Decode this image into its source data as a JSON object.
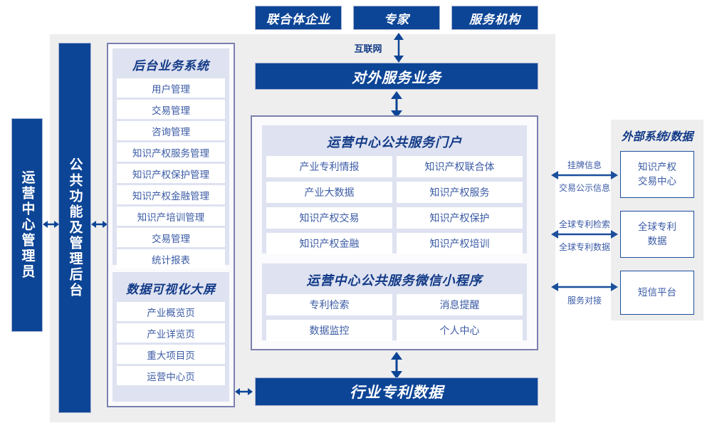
{
  "top_actors": [
    {
      "label": "联合体企业"
    },
    {
      "label": "专家"
    },
    {
      "label": "服务机构"
    }
  ],
  "connectors": {
    "internet": "互联网",
    "external": [
      {
        "above": "挂牌信息",
        "below": "交易公示信息"
      },
      {
        "above": "全球专利检索",
        "below": "全球专利数据"
      },
      {
        "above": "",
        "below": "服务对接"
      }
    ]
  },
  "external_service_bar": "对外服务业务",
  "left_bars": {
    "admin": "运营中心管理员",
    "common": "公共功能及管理后台"
  },
  "backend_system": {
    "title": "后台业务系统",
    "items": [
      "用户管理",
      "交易管理",
      "咨询管理",
      "知识产权服务管理",
      "知识产权保护管理",
      "知识产权金融管理",
      "知识产培训管理",
      "交易管理",
      "统计报表"
    ]
  },
  "data_visual": {
    "title": "数据可视化大屏",
    "items": [
      "产业概览页",
      "产业详览页",
      "重大项目页",
      "运营中心页"
    ]
  },
  "portal": {
    "title": "运营中心公共服务门户",
    "items": [
      "产业专利情报",
      "知识产权联合体",
      "产业大数据",
      "知识产权服务",
      "知识产权交易",
      "知识产权保护",
      "知识产权金融",
      "知识产权培训"
    ]
  },
  "applet": {
    "title": "运营中心公共服务微信小程序",
    "items": [
      "专利检索",
      "消息提醒",
      "数据监控",
      "个人中心"
    ]
  },
  "bottom_bar": "行业专利数据",
  "external_systems": {
    "title": "外部系统/数据",
    "items": [
      "知识产权\n交易中心",
      "全球专利\n数据",
      "短信平台"
    ]
  },
  "colors": {
    "brand_blue": "#0d4596",
    "panel_lavender": "#dee2f1",
    "frame_gray": "#eeeeee",
    "outline_purple": "#7b80b0",
    "text_blue": "#3b5ba5"
  }
}
